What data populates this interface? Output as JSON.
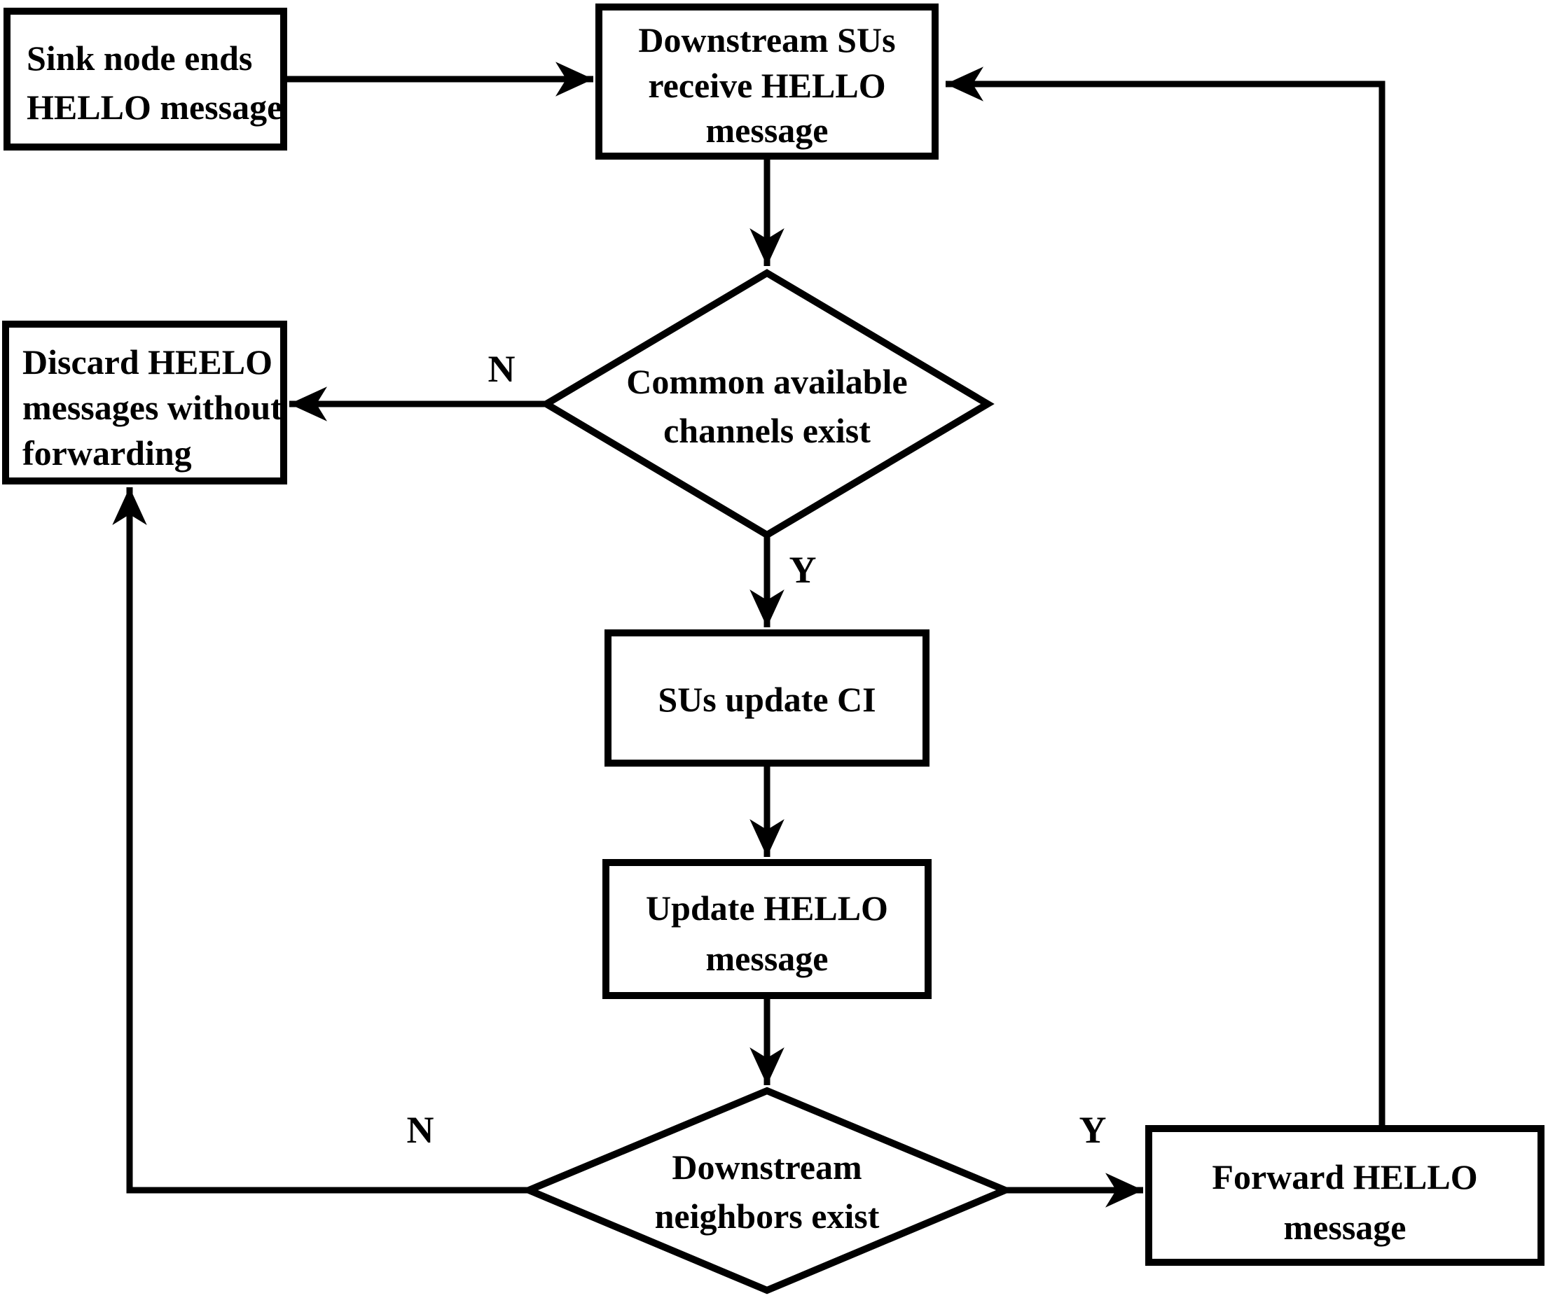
{
  "figure": {
    "type": "flowchart",
    "colors": {
      "background": "#ffffff",
      "line": "#000000",
      "text": "#000000"
    },
    "nodes": {
      "sink": {
        "type": "process",
        "lines": [
          "Sink node ends",
          "HELLO message"
        ]
      },
      "downstream_receive": {
        "type": "process",
        "lines": [
          "Downstream SUs",
          "receive HELLO",
          "message"
        ]
      },
      "common_channels": {
        "type": "decision",
        "lines": [
          "Common available",
          "channels exist"
        ]
      },
      "discard": {
        "type": "process",
        "lines": [
          "Discard HEELO",
          "messages without",
          "forwarding"
        ]
      },
      "su_update_ci": {
        "type": "process",
        "lines": [
          "SUs update CI"
        ]
      },
      "update_hello": {
        "type": "process",
        "lines": [
          "Update HELLO",
          "message"
        ]
      },
      "downstream_neighbors": {
        "type": "decision",
        "lines": [
          "Downstream",
          "neighbors exist"
        ]
      },
      "forward_hello": {
        "type": "process",
        "lines": [
          "Forward HELLO",
          "message"
        ]
      }
    },
    "edge_labels": {
      "common_no": "N",
      "common_yes": "Y",
      "neighbors_no": "N",
      "neighbors_yes": "Y"
    },
    "edges": [
      {
        "from": "sink",
        "to": "downstream_receive",
        "label": ""
      },
      {
        "from": "downstream_receive",
        "to": "common_channels",
        "label": ""
      },
      {
        "from": "common_channels",
        "to": "discard",
        "label": "N"
      },
      {
        "from": "common_channels",
        "to": "su_update_ci",
        "label": "Y"
      },
      {
        "from": "su_update_ci",
        "to": "update_hello",
        "label": ""
      },
      {
        "from": "update_hello",
        "to": "downstream_neighbors",
        "label": ""
      },
      {
        "from": "downstream_neighbors",
        "to": "discard",
        "label": "N"
      },
      {
        "from": "downstream_neighbors",
        "to": "forward_hello",
        "label": "Y"
      },
      {
        "from": "forward_hello",
        "to": "downstream_receive",
        "label": ""
      }
    ]
  }
}
